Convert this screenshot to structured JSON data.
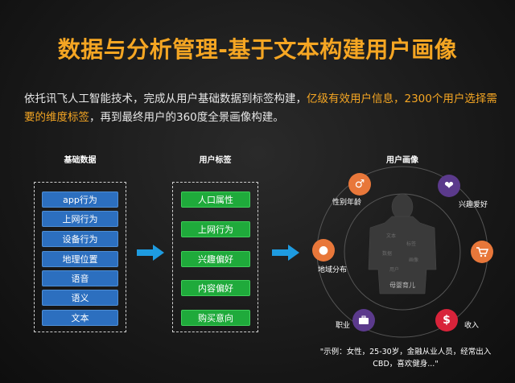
{
  "title": "数据与分析管理-基于文本构建用户画像",
  "intro": {
    "part1": "依托讯飞人工智能技术，完成从用户基础数据到标签构建，",
    "highlight": "亿级有效用户信息，2300个用户选择需要的维度标签",
    "part2": "，再到最终用户的360度全景画像构建。"
  },
  "columns": {
    "basic": {
      "title": "基础数据",
      "items": [
        "app行为",
        "上网行为",
        "设备行为",
        "地理位置",
        "语音",
        "语义",
        "文本"
      ]
    },
    "tags": {
      "title": "用户标签",
      "items": [
        "人口属性",
        "上网行为",
        "兴趣偏好",
        "内容偏好",
        "购买意向"
      ]
    },
    "portrait": {
      "title": "用户画像",
      "nodes": {
        "gender": {
          "label": "性别年龄",
          "icon": "gender-icon",
          "glyph": "♂",
          "color": "#e8773a"
        },
        "interest": {
          "label": "兴趣爱好",
          "icon": "heart-icon",
          "glyph": "❤",
          "color": "#5b3a8c"
        },
        "region": {
          "label": "地域分布",
          "icon": "location-pin-icon",
          "glyph": "●",
          "color": "#e8773a"
        },
        "shopping": {
          "label": "",
          "icon": "shopping-cart-icon",
          "glyph": "🛒",
          "color": "#e8773a"
        },
        "job": {
          "label": "职业",
          "icon": "briefcase-icon",
          "glyph": "■",
          "color": "#5b3a8c"
        },
        "income": {
          "label": "收入",
          "icon": "dollar-icon",
          "glyph": "$",
          "color": "#d8233a"
        }
      },
      "figure_word": "母婴育儿"
    }
  },
  "example": "\"示例：女性，25-30岁，金融从业人员，经常出入CBD，喜欢健身...\"",
  "colors": {
    "accent": "#f5a623",
    "blue": "#2c6fbf",
    "green": "#1faa3b",
    "arrow": "#1e9be0"
  }
}
